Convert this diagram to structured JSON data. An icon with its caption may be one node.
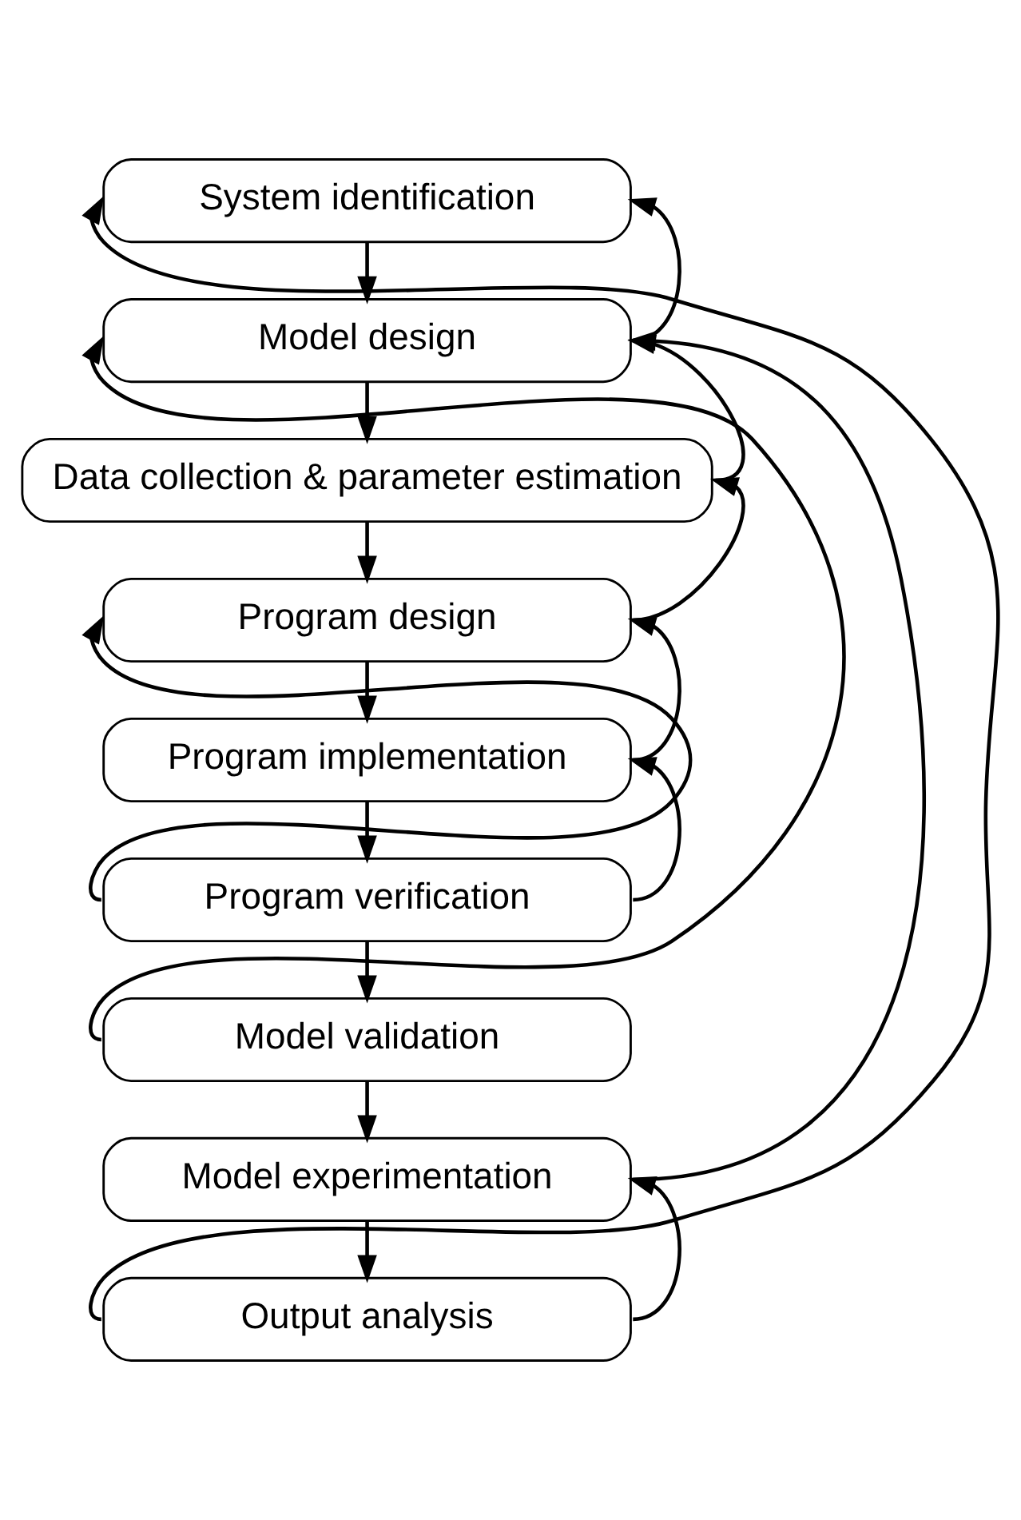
{
  "diagram": {
    "nodes": [
      {
        "text": [
          "System identification"
        ]
      },
      {
        "text": [
          "Model design"
        ]
      },
      {
        "text": [
          "Data collection & parameter estimation"
        ]
      },
      {
        "text": [
          "Program design"
        ]
      },
      {
        "text": [
          "Program implementation"
        ]
      },
      {
        "text": [
          "Program verification"
        ]
      },
      {
        "text": [
          "Model validation"
        ]
      },
      {
        "text": [
          "Model experimentation"
        ]
      },
      {
        "text": [
          "Output analysis"
        ]
      }
    ],
    "edges": [
      {
        "from": 0,
        "to": 1,
        "arrow": "to"
      },
      {
        "from": 1,
        "to": 2,
        "arrow": "to"
      },
      {
        "from": 2,
        "to": 3,
        "arrow": "to"
      },
      {
        "from": 3,
        "to": 4,
        "arrow": "to"
      },
      {
        "from": 4,
        "to": 5,
        "arrow": "to"
      },
      {
        "from": 5,
        "to": 6,
        "arrow": "to"
      },
      {
        "from": 6,
        "to": 7,
        "arrow": "to"
      },
      {
        "from": 7,
        "to": 8,
        "arrow": "to"
      },
      {
        "from": 1,
        "to": 0,
        "arrow": "to"
      },
      {
        "from": 2,
        "to": 1,
        "arrow": "to"
      },
      {
        "from": 3,
        "to": 2,
        "arrow": "to"
      },
      {
        "from": 4,
        "to": 3,
        "arrow": "to"
      },
      {
        "from": 5,
        "to": 4,
        "arrow": "to"
      },
      {
        "from": 8,
        "to": 7,
        "arrow": "to"
      },
      {
        "from": 7,
        "to": 1,
        "arrow": "to"
      },
      {
        "from": 8,
        "to": 0,
        "arrow": "to"
      },
      {
        "from": 6,
        "to": 1,
        "arrow": "to"
      },
      {
        "from": 5,
        "to": 3,
        "arrow": "to"
      }
    ]
  }
}
